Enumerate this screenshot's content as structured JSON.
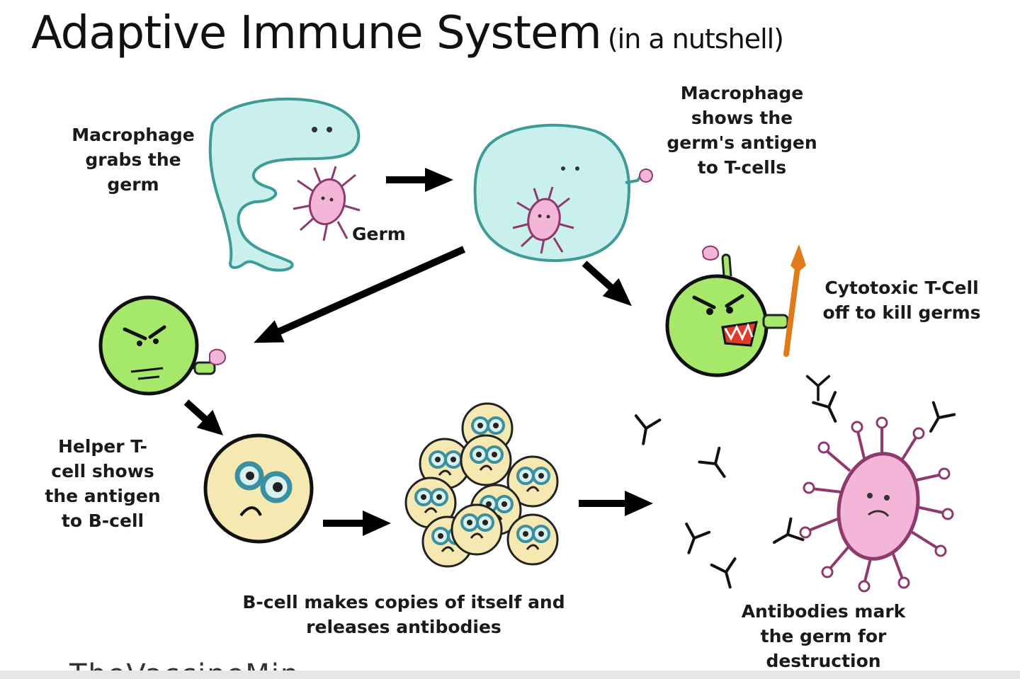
{
  "title": {
    "main": "Adaptive Immune System",
    "sub": "(in a nutshell)"
  },
  "labels": {
    "macrophage_grabs": "Macrophage\ngrabs the\ngerm",
    "germ": "Germ",
    "macrophage_shows": "Macrophage\nshows the\ngerm's antigen\nto T-cells",
    "cytotoxic": "Cytotoxic T-Cell\noff to kill germs",
    "helper": "Helper T-\ncell shows\nthe antigen\nto B-cell",
    "bcell_copies": "B-cell makes copies of itself and\nreleases antibodies",
    "antibodies_mark": "Antibodies mark\nthe germ for\ndestruction"
  },
  "watermark": "TheVaccineMin",
  "colors": {
    "macrophage_fill": "#c9f0ec",
    "macrophage_stroke": "#3d9c98",
    "germ_fill": "#f3b6d8",
    "germ_stroke": "#8e3a6e",
    "tcell_fill": "#a6e86a",
    "bcell_fill": "#f5e8b0",
    "eye_ring": "#3a8fa0",
    "spear": "#e07a1a",
    "arrow": "#000000"
  }
}
